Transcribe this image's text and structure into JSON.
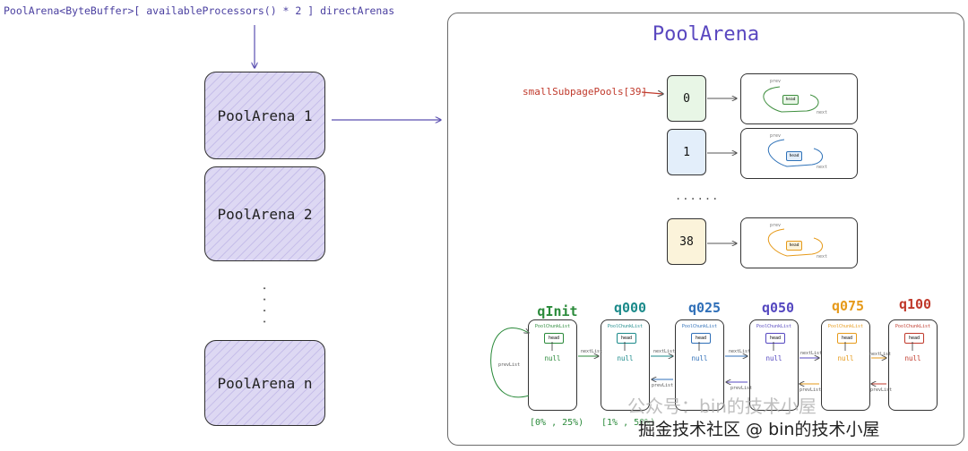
{
  "top_label": "PoolArena<ByteBuffer>[ availableProcessors() * 2 ] directArenas",
  "arenas": [
    "PoolArena 1",
    "PoolArena 2",
    "PoolArena n"
  ],
  "vertical_dots": "....",
  "panel": {
    "title": "PoolArena",
    "pools_label": "smallSubpagePools[39]",
    "slots": [
      "0",
      "1",
      "38"
    ],
    "slots_ellipsis": "......",
    "ring_labels": {
      "prev": "prev",
      "head": "head",
      "next": "next"
    },
    "slot_colors": [
      "#e8f6e6",
      "#e3eefa",
      "#fbf3da"
    ],
    "ring_colors": [
      "#3f8f3f",
      "#2f72b8",
      "#e69a1a"
    ]
  },
  "chunk_lists": [
    {
      "name": "qInit",
      "color": "#2a8a3a",
      "box": "PoolChunkList",
      "head": "head",
      "null": "null",
      "range": "[0% , 25%)"
    },
    {
      "name": "q000",
      "color": "#1b8a8a",
      "box": "PoolChunkList",
      "head": "head",
      "null": "null",
      "range": "[1% , 50%)"
    },
    {
      "name": "q025",
      "color": "#2f6fb8",
      "box": "PoolChunkList",
      "head": "head",
      "null": "null",
      "range": ""
    },
    {
      "name": "q050",
      "color": "#5548c0",
      "box": "PoolChunkList",
      "head": "head",
      "null": "null",
      "range": ""
    },
    {
      "name": "q075",
      "color": "#e69a1a",
      "box": "PoolChunkList",
      "head": "head",
      "null": "null",
      "range": ""
    },
    {
      "name": "q100",
      "color": "#c0392b",
      "box": "PoolChunkList",
      "head": "head",
      "null": "null",
      "range": ""
    }
  ],
  "link_labels": {
    "next": "nextList",
    "prev": "prevList"
  },
  "watermark": {
    "top": "公众号：bin的技术小屋",
    "bottom": "掘金技术社区 @ bin的技术小屋"
  }
}
